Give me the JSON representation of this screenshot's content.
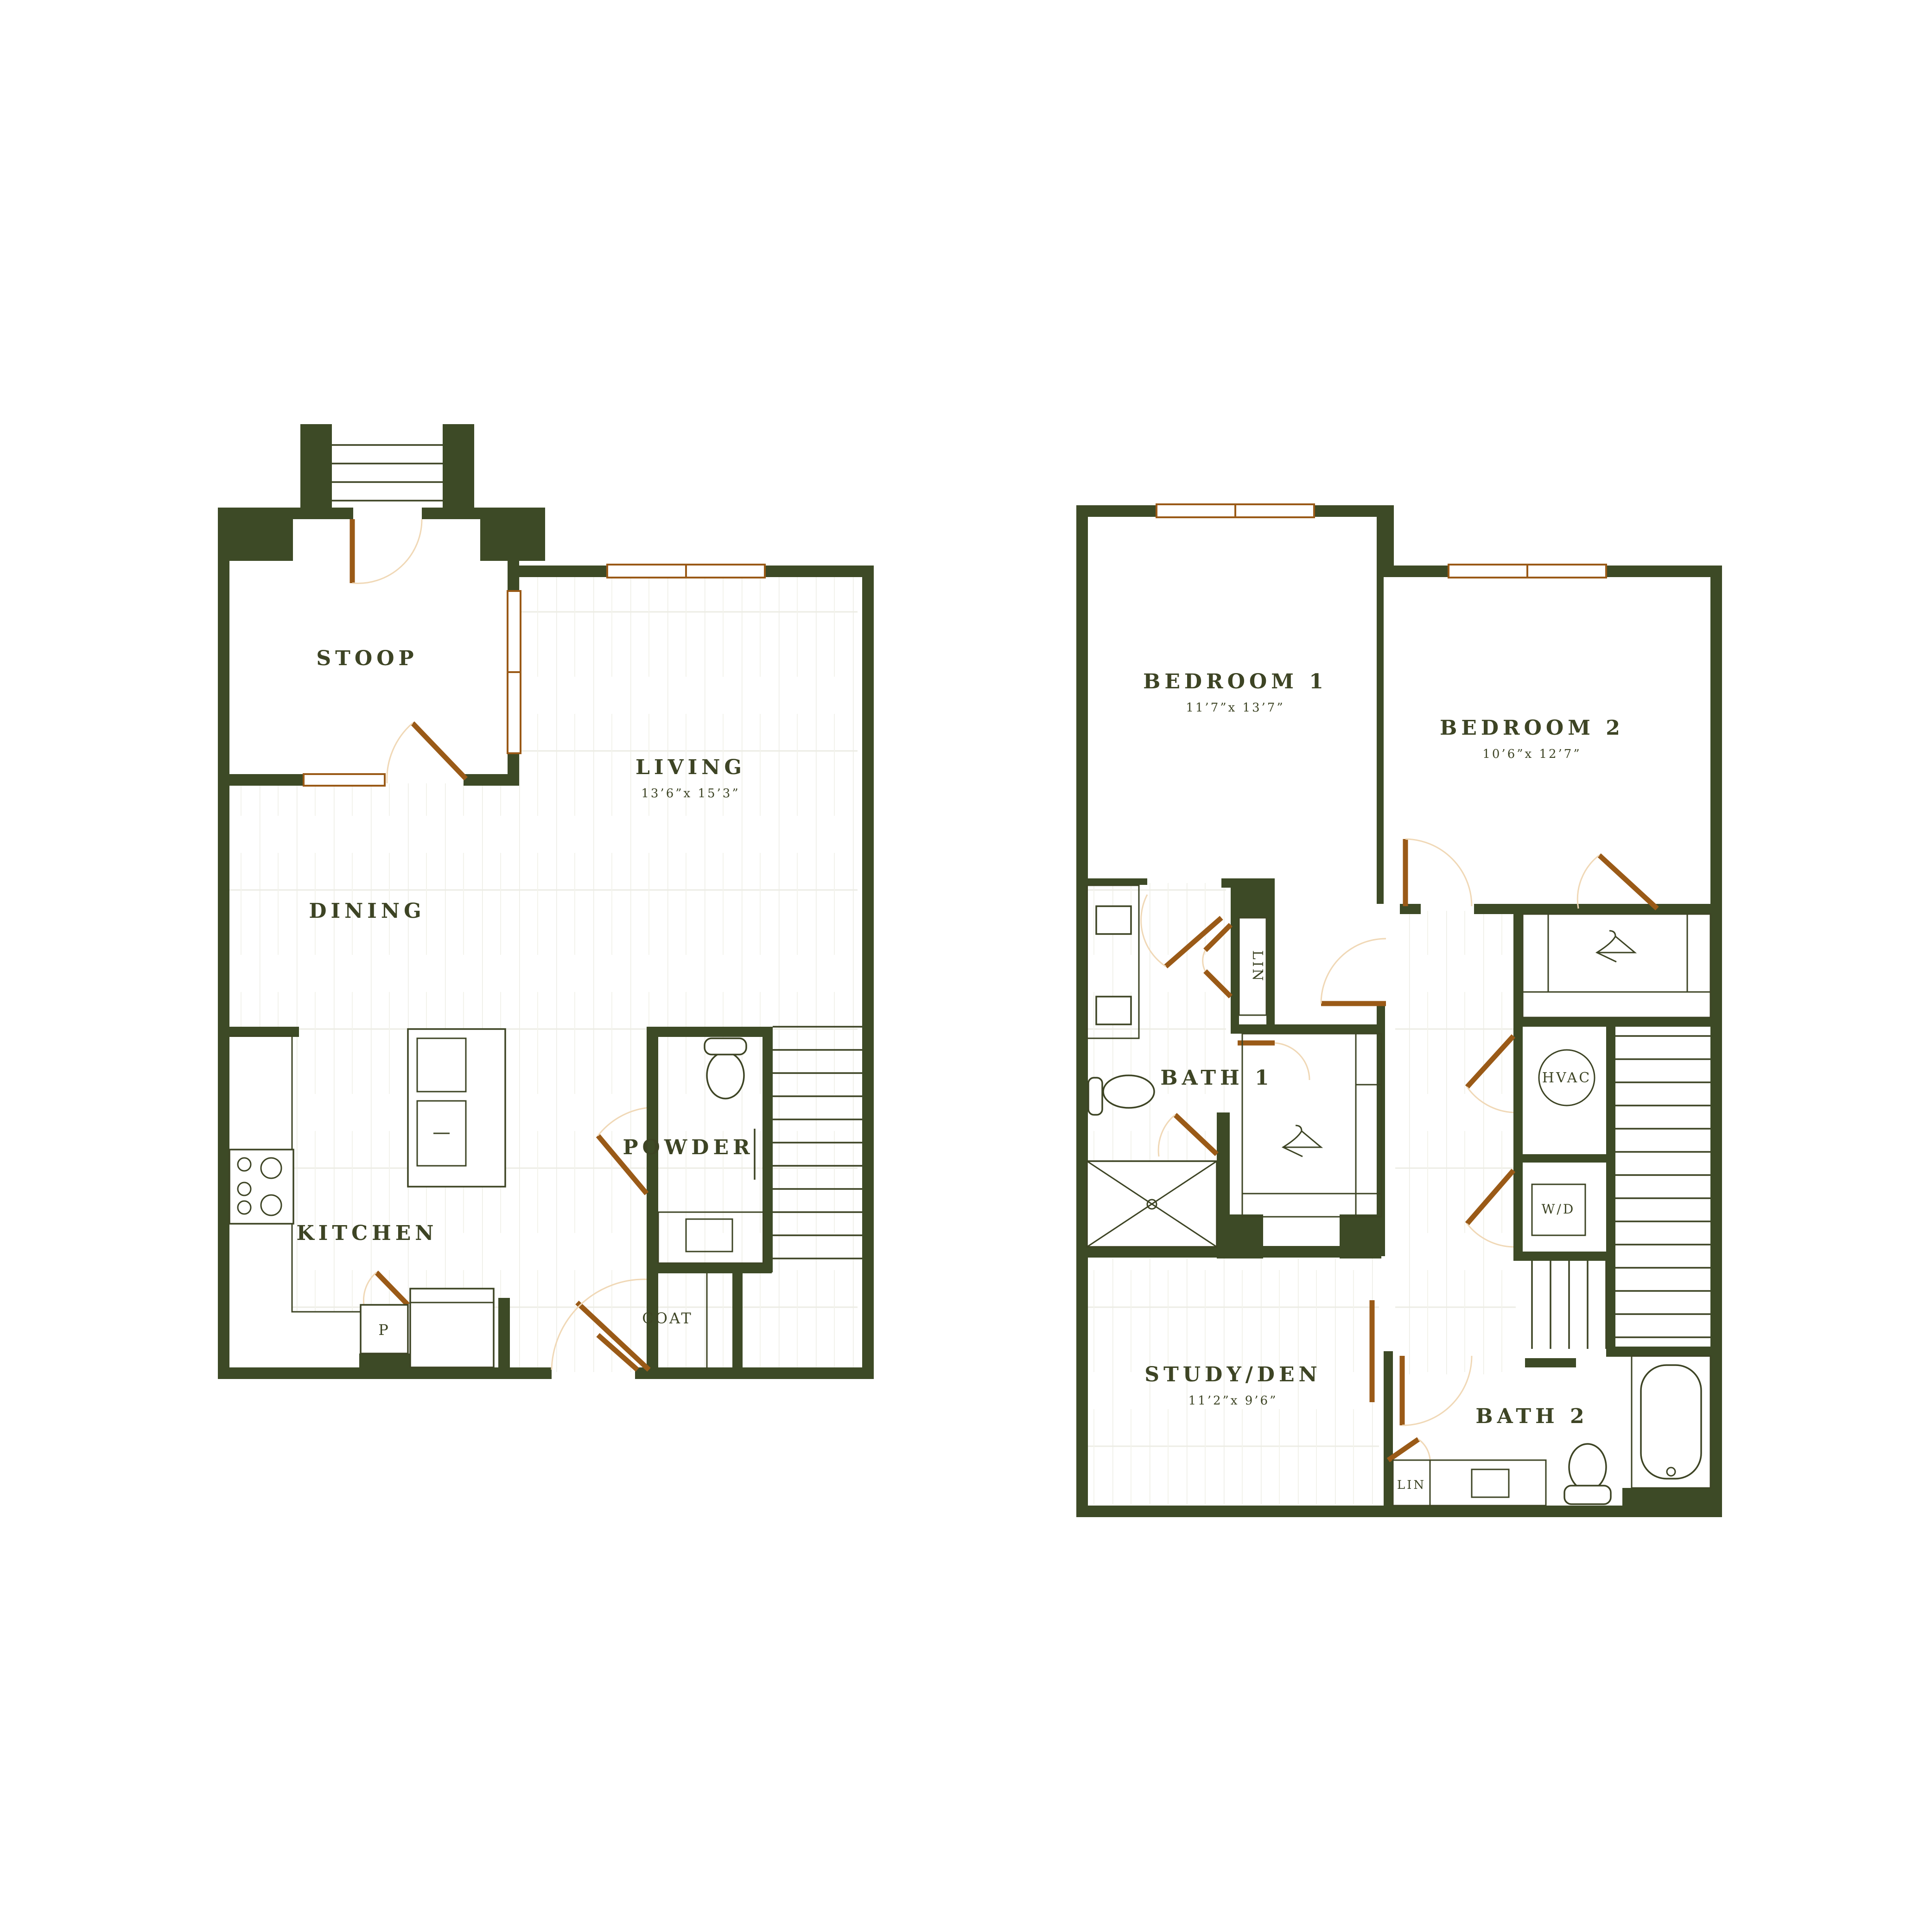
{
  "plan": {
    "colors": {
      "wall": "#3d4a26",
      "text": "#3d4424",
      "door": "#9a5a17",
      "door_swing": "#f0d8b6",
      "floor_lines": "#ecece4",
      "background": "#ffffff"
    },
    "first_floor": {
      "stoop": {
        "label": "STOOP"
      },
      "living": {
        "label": "LIVING",
        "dims": "13’6”x 15’3”"
      },
      "dining": {
        "label": "DINING"
      },
      "kitchen": {
        "label": "KITCHEN"
      },
      "powder": {
        "label": "POWDER"
      },
      "coat": {
        "label": "COAT"
      },
      "pantry": {
        "label": "P"
      }
    },
    "second_floor": {
      "bedroom1": {
        "label": "BEDROOM 1",
        "dims": "11’7”x 13’7”"
      },
      "bedroom2": {
        "label": "BEDROOM 2",
        "dims": "10’6”x 12’7”"
      },
      "bath1": {
        "label": "BATH 1"
      },
      "bath2": {
        "label": "BATH 2"
      },
      "study": {
        "label": "STUDY/DEN",
        "dims": "11’2”x 9’6”"
      },
      "lin_upper": {
        "label": "LIN"
      },
      "lin_lower": {
        "label": "LIN"
      },
      "hvac": {
        "label": "HVAC"
      },
      "wd": {
        "label": "W/D"
      }
    },
    "icons": [
      "hanger-icon",
      "toilet-icon",
      "sink-icon",
      "cooktop-icon",
      "shower-icon",
      "bathtub-icon",
      "stairs-icon"
    ]
  }
}
